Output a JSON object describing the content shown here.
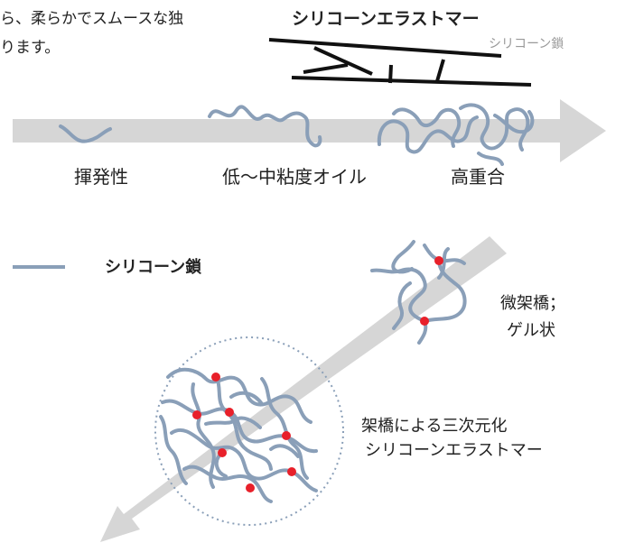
{
  "intro_text": {
    "line1": "ら、柔らかでスムースな独",
    "line2": "ります。"
  },
  "elastomer_title": "シリコーンエラストマー",
  "elastomer_chain_label": "シリコーン鎖",
  "progression_labels": {
    "volatile": "揮発性",
    "oil": "低〜中粘度オイル",
    "high_polymer": "高重合"
  },
  "legend": {
    "label": "シリコーン鎖"
  },
  "crosslink_labels": {
    "micro_line1": "微架橋；",
    "micro_line2": "ゲル状",
    "elastomer_line1": "架橋による三次元化",
    "elastomer_line2": "シリコーンエラストマー"
  },
  "colors": {
    "chain": "#8a9fb8",
    "arrow": "#d6d6d6",
    "crosslink_point": "#e8202a",
    "black_chain": "#111111",
    "label_gray": "#999999"
  }
}
